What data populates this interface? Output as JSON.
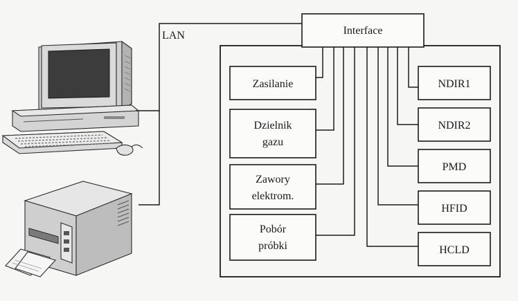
{
  "network": {
    "lan_label": "LAN"
  },
  "interface": {
    "label": "Interface"
  },
  "left_modules": [
    {
      "lines": [
        "Zasilanie"
      ]
    },
    {
      "lines": [
        "Dzielnik",
        "gazu"
      ]
    },
    {
      "lines": [
        "Zawory",
        "elektrom."
      ]
    },
    {
      "lines": [
        "Pobór",
        "próbki"
      ]
    }
  ],
  "analyzers": [
    {
      "label": "NDIR1"
    },
    {
      "label": "NDIR2"
    },
    {
      "label": "PMD"
    },
    {
      "label": "HFID"
    },
    {
      "label": "HCLD"
    }
  ],
  "devices": {
    "computer_icon": "desktop-computer-icon",
    "printer_icon": "printer-icon"
  }
}
